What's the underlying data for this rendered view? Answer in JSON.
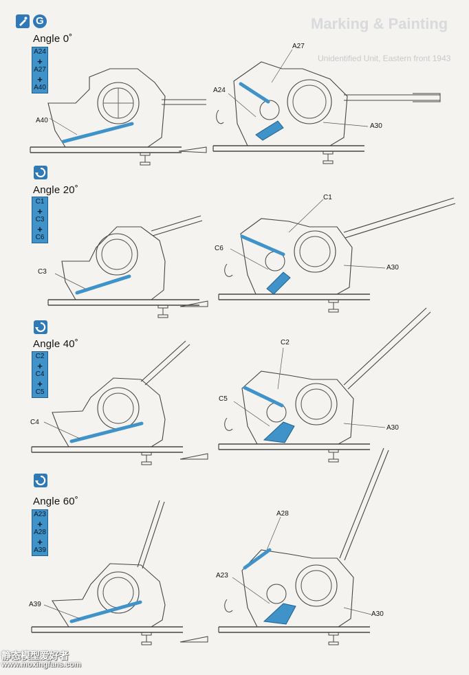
{
  "step": {
    "letter": "G",
    "icon": "glue-icon"
  },
  "ghost": {
    "title": "Marking & Painting",
    "caption": "Unidentified Unit, Eastern front 1943"
  },
  "sections": [
    {
      "angle": "Angle 0˚",
      "parts": [
        "A24",
        "+",
        "A27",
        "+",
        "A40"
      ],
      "callouts": {
        "left": "A40",
        "a": "A27",
        "b": "A24",
        "c": "A30"
      }
    },
    {
      "angle": "Angle 20˚",
      "parts": [
        "C1",
        "+",
        "C3",
        "+",
        "C6"
      ],
      "callouts": {
        "left": "C3",
        "a": "C1",
        "b": "C6",
        "c": "A30"
      }
    },
    {
      "angle": "Angle 40˚",
      "parts": [
        "C2",
        "+",
        "C4",
        "+",
        "C5"
      ],
      "callouts": {
        "left": "C4",
        "a": "C2",
        "b": "C5",
        "c": "A30"
      }
    },
    {
      "angle": "Angle 60˚",
      "parts": [
        "A23",
        "+",
        "A28",
        "+",
        "A39"
      ],
      "callouts": {
        "left": "A39",
        "a": "A28",
        "b": "A23",
        "c": "A30"
      }
    }
  ],
  "watermark": {
    "name": "静态模型爱好者",
    "url": "www.moxingfans.com"
  },
  "colors": {
    "part_blue": "#3f93c9",
    "line": "#444444",
    "paper": "#f4f3ef"
  }
}
